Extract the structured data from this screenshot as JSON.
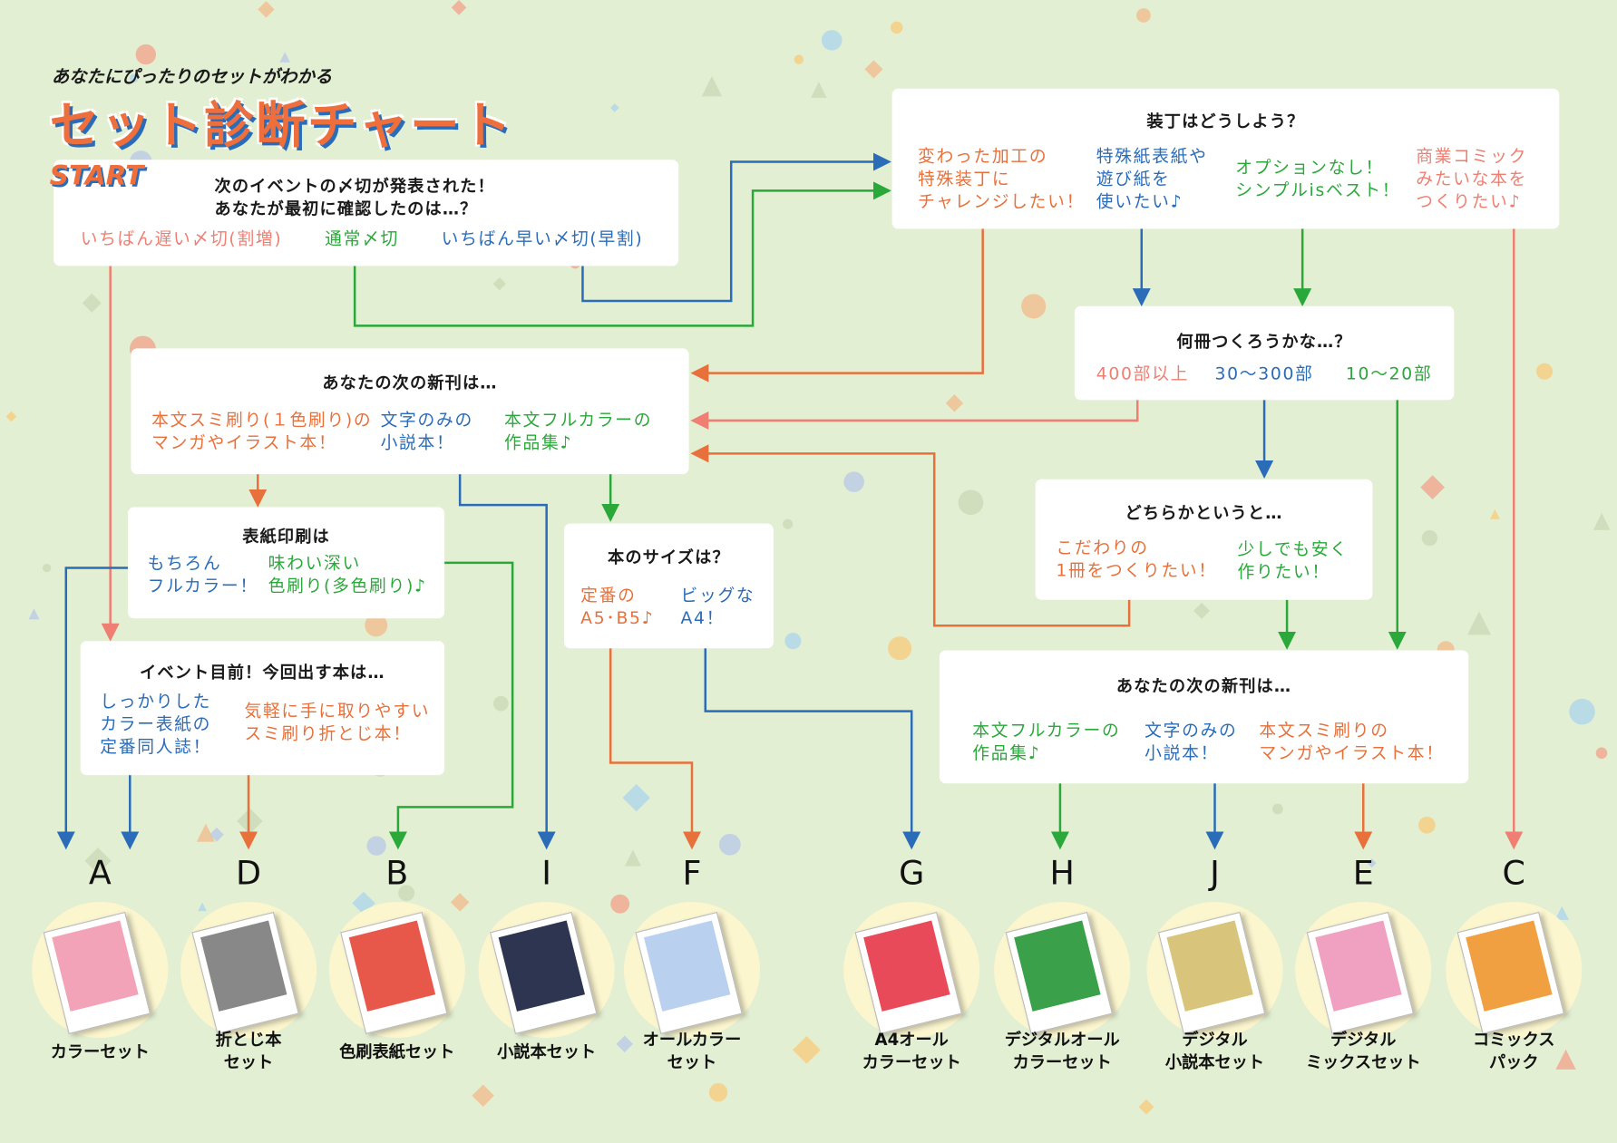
{
  "header": {
    "subtitle": "あなたにぴったりのセットがわかる",
    "title": "セット診断チャート",
    "start_label": "START"
  },
  "colors": {
    "orange": "#e8703a",
    "salmon": "#ee7f72",
    "blue": "#2a6cb8",
    "green": "#2aa83a",
    "background": "#e3efd3"
  },
  "start": {
    "question_line1": "次のイベントの〆切が発表された！",
    "question_line2": "あなたが最初に確認したのは…？",
    "options": [
      "いちばん遅い〆切(割増)",
      "通常〆切",
      "いちばん早い〆切(早割)"
    ]
  },
  "binding": {
    "question": "装丁はどうしよう？",
    "options": [
      "変わった加工の\n特殊装丁に\nチャレンジしたい！",
      "特殊紙表紙や\n遊び紙を\n使いたい♪",
      "オプションなし！\nシンプルisベスト！",
      "商業コミック\nみたいな本を\nつくりたい♪"
    ]
  },
  "copies": {
    "question": "何冊つくろうかな…？",
    "options": [
      "400部以上",
      "30〜300部",
      "10〜20部"
    ]
  },
  "next_book_left": {
    "question": "あなたの次の新刊は…",
    "options": [
      "本文スミ刷り(１色刷り)の\nマンガやイラスト本！",
      "文字のみの\n小説本！",
      "本文フルカラーの\n作品集♪"
    ]
  },
  "cover_print": {
    "question": "表紙印刷は",
    "options": [
      "もちろん\nフルカラー！",
      "味わい深い\n色刷り(多色刷り)♪"
    ]
  },
  "book_size": {
    "question": "本のサイズは？",
    "options": [
      "定番の\nA5･B5♪",
      "ビッグな\nA4！"
    ]
  },
  "event_soon": {
    "question": "イベント目前！今回出す本は…",
    "options": [
      "しっかりした\nカラー表紙の\n定番同人誌！",
      "気軽に手に取りやすい\nスミ刷り折とじ本！"
    ]
  },
  "preference": {
    "question": "どちらかというと…",
    "options": [
      "こだわりの\n1冊をつくりたい！",
      "少しでも安く\n作りたい！"
    ]
  },
  "next_book_right": {
    "question": "あなたの次の新刊は…",
    "options": [
      "本文フルカラーの\n作品集♪",
      "文字のみの\n小説本！",
      "本文スミ刷りの\nマンガやイラスト本！"
    ]
  },
  "results": [
    {
      "letter": "A",
      "label": "カラーセット"
    },
    {
      "letter": "D",
      "label": "折とじ本\nセット"
    },
    {
      "letter": "B",
      "label": "色刷表紙セット"
    },
    {
      "letter": "I",
      "label": "小説本セット"
    },
    {
      "letter": "F",
      "label": "オールカラー\nセット"
    },
    {
      "letter": "G",
      "label": "A4オール\nカラーセット"
    },
    {
      "letter": "H",
      "label": "デジタルオール\nカラーセット"
    },
    {
      "letter": "J",
      "label": "デジタル\n小説本セット"
    },
    {
      "letter": "E",
      "label": "デジタル\nミックスセット"
    },
    {
      "letter": "C",
      "label": "コミックス\nパック"
    }
  ]
}
